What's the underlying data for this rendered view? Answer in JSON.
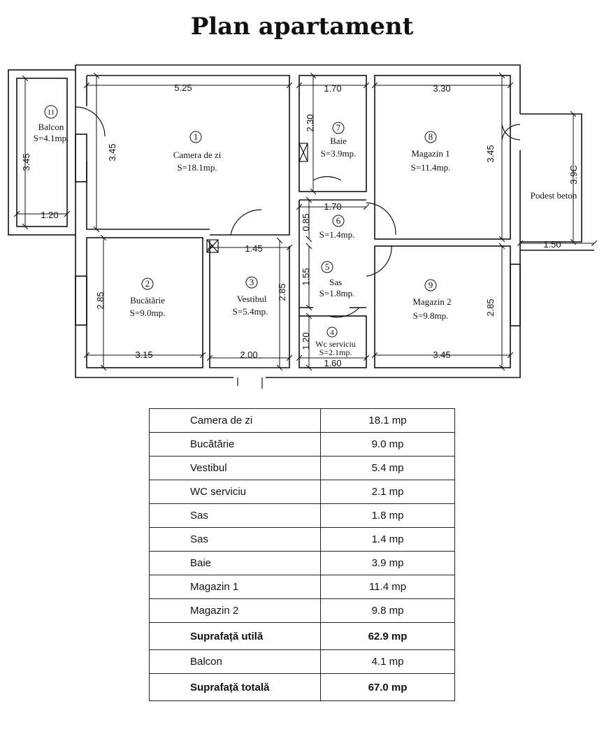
{
  "title": "Plan apartament",
  "rooms": [
    {
      "no": "1",
      "name": "Camera de zi",
      "area": "S=18.1mp."
    },
    {
      "no": "2",
      "name": "Bucătărie",
      "area": "S=9.0mp."
    },
    {
      "no": "3",
      "name": "Vestibul",
      "area": "S=5.4mp."
    },
    {
      "no": "4",
      "name": "Wc serviciu",
      "area": "S=2.1mp."
    },
    {
      "no": "5",
      "name": "Sas",
      "area": "S=1.8mp."
    },
    {
      "no": "6",
      "name": "",
      "area": "S=1.4mp."
    },
    {
      "no": "7",
      "name": "Baie",
      "area": "S=3.9mp."
    },
    {
      "no": "8",
      "name": "Magazin 1",
      "area": "S=11.4mp."
    },
    {
      "no": "9",
      "name": "Magazin 2",
      "area": "S=9.8mp."
    },
    {
      "no": "11",
      "name": "Balcon",
      "area": "S=4.1mp."
    }
  ],
  "extra_label": "Podest beton",
  "dimensions": {
    "living_w": "5.25",
    "living_h": "3.45",
    "balcony_h": "3.45",
    "balcony_w": "1.20",
    "bath_w": "1.70",
    "bath_h": "2.30",
    "shop1_w": "3.30",
    "shop1_h": "3.45",
    "podest_h": "3.9C",
    "podest_w": "1.50",
    "sas6_w": "1.70",
    "sas6_h": "0.85",
    "vest_top_w": "1.45",
    "vest_h": "2.85",
    "vest_w": "2.00",
    "kitchen_h": "2.85",
    "kitchen_w": "3.15",
    "sas5_h": "1.55",
    "wc_h": "1.20",
    "wc_w": "1.60",
    "shop2_h": "2.85",
    "shop2_w": "3.45"
  },
  "table": [
    {
      "name": "Camera de zi",
      "value": "18.1 mp",
      "bold": false
    },
    {
      "name": "Bucătărie",
      "value": "9.0 mp",
      "bold": false
    },
    {
      "name": "Vestibul",
      "value": "5.4 mp",
      "bold": false
    },
    {
      "name": "WC serviciu",
      "value": "2.1 mp",
      "bold": false
    },
    {
      "name": "Sas",
      "value": "1.8 mp",
      "bold": false
    },
    {
      "name": "Sas",
      "value": "1.4 mp",
      "bold": false
    },
    {
      "name": "Baie",
      "value": "3.9 mp",
      "bold": false
    },
    {
      "name": "Magazin 1",
      "value": "11.4 mp",
      "bold": false
    },
    {
      "name": "Magazin 2",
      "value": "9.8 mp",
      "bold": false
    },
    {
      "name": "Suprafață utilă",
      "value": "62.9 mp",
      "bold": true
    },
    {
      "name": "Balcon",
      "value": "4.1 mp",
      "bold": false
    },
    {
      "name": "Suprafață totală",
      "value": "67.0 mp",
      "bold": true
    }
  ]
}
